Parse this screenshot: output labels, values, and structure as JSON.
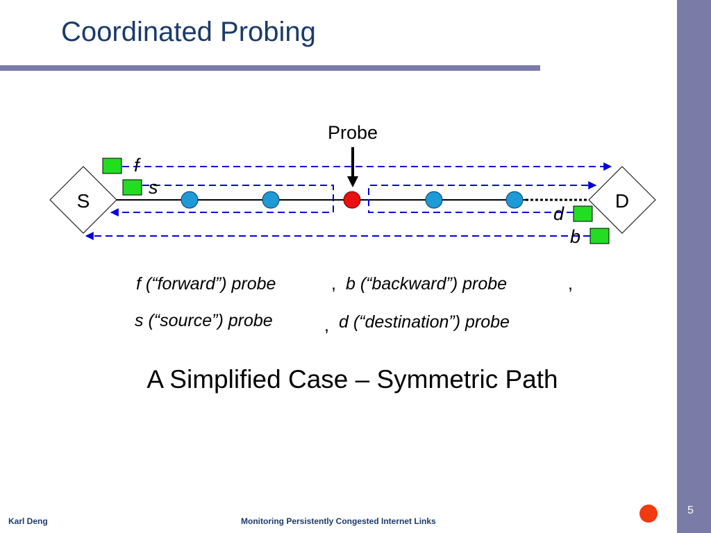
{
  "slide": {
    "title": "Coordinated Probing",
    "subtitle": "A Simplified Case – Symmetric Path",
    "page_number": "5"
  },
  "footer": {
    "author": "Karl Deng",
    "title": "Monitoring Persistently Congested Internet Links"
  },
  "diagram": {
    "probe_label": "Probe",
    "source_node": "S",
    "destination_node": "D",
    "probe_labels": {
      "f": "f",
      "s": "s",
      "d": "d",
      "b": "b"
    },
    "colors": {
      "router": "#1e9ad6",
      "probe_point": "#e81010",
      "packet": "#22dd22",
      "arrow": "#0000dd",
      "band": "#7b7ba8",
      "title": "#1a3a6b"
    }
  },
  "legend": {
    "f": "f (“forward”) probe",
    "b": "b (“backward”) probe",
    "s": "s (“source”) probe",
    "d": "d (“destination”) probe",
    "comma": ","
  }
}
